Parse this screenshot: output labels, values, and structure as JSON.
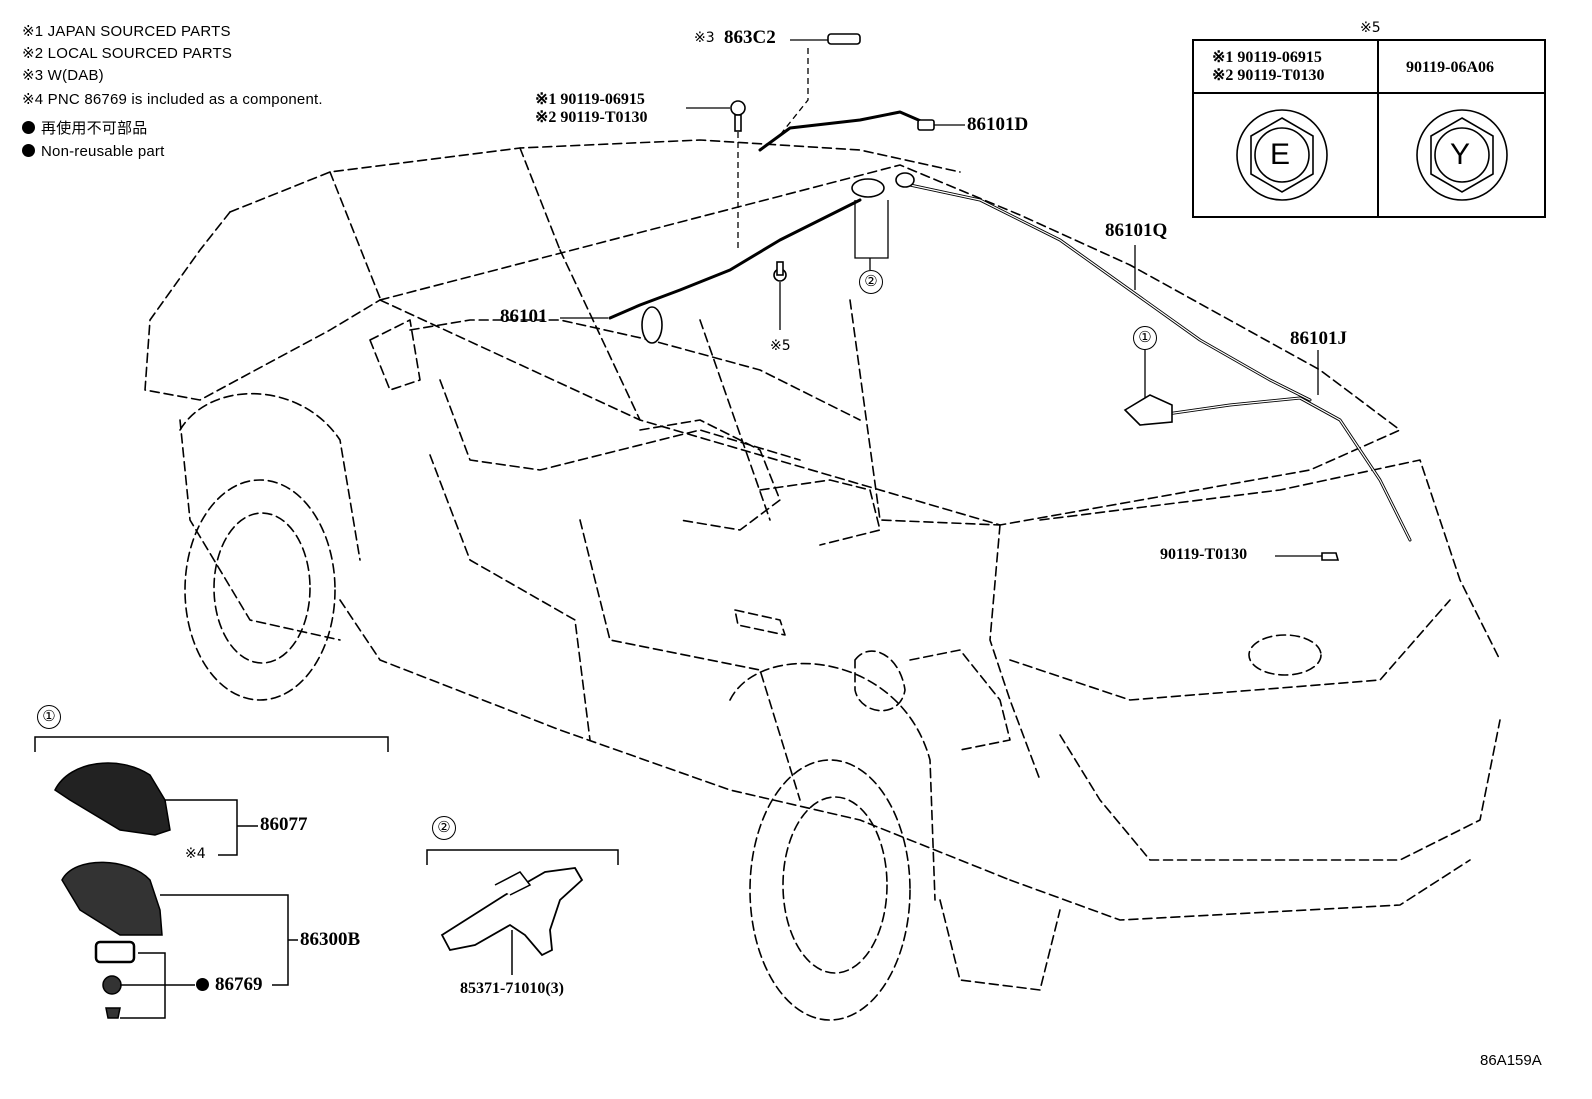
{
  "notes": {
    "n1": "※1 JAPAN SOURCED PARTS",
    "n2": "※2 LOCAL SOURCED PARTS",
    "n3": "※3 W(DAB)",
    "n4": "※4 PNC 86769 is included as a component.",
    "n5": "再使用不可部品",
    "n6": "Non-reusable part"
  },
  "labels": {
    "p863c2_mark": "※3",
    "p863c2": "863C2",
    "bolt_top_1": "※1 90119-06915",
    "bolt_top_2": "※2 90119-T0130",
    "p86101d": "86101D",
    "p86101q": "86101Q",
    "p86101j": "86101J",
    "p86101": "86101",
    "mark5": "※5",
    "p90119_t0130": "90119-T0130",
    "p86077": "86077",
    "mark4": "※4",
    "p86300b": "86300B",
    "p86769": "86769",
    "p85371": "85371-71010(3)",
    "ref": "86A159A",
    "callout1": "①",
    "callout2": "②"
  },
  "table": {
    "title": "※5",
    "left_line1": "※1 90119-06915",
    "left_line2": "※2 90119-T0130",
    "right": "90119-06A06",
    "left_symbol": "E",
    "right_symbol": "Y"
  }
}
